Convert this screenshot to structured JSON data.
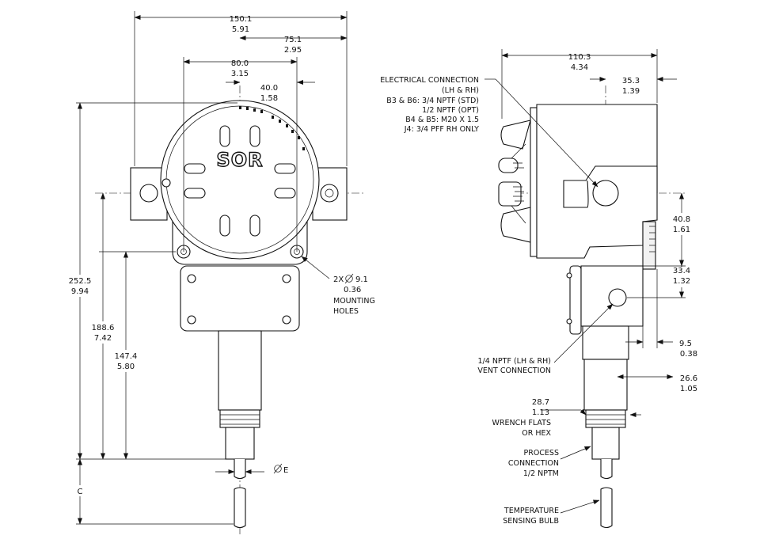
{
  "logo_text": "SOR",
  "front_view": {
    "dims": {
      "overall_width": {
        "mm": "150.1",
        "in": "5.91"
      },
      "half_width": {
        "mm": "75.1",
        "in": "2.95"
      },
      "mount_spacing": {
        "mm": "80.0",
        "in": "3.15"
      },
      "mount_half": {
        "mm": "40.0",
        "in": "1.58"
      },
      "overall_height": {
        "mm": "252.5",
        "in": "9.94"
      },
      "height_to_centerline": {
        "mm": "188.6",
        "in": "7.42"
      },
      "height_to_mount": {
        "mm": "147.4",
        "in": "5.80"
      },
      "bulb_length": "C",
      "bulb_diameter": "E"
    },
    "callouts": {
      "mount_holes_line1": "2X",
      "mount_holes_dia": "9.1",
      "mount_holes_in": "0.36",
      "mount_holes_line3": "MOUNTING",
      "mount_holes_line4": "HOLES"
    }
  },
  "side_view": {
    "dims": {
      "depth": {
        "mm": "110.3",
        "in": "4.34"
      },
      "conn_offset": {
        "mm": "35.3",
        "in": "1.39"
      },
      "conn_drop": {
        "mm": "40.8",
        "in": "1.61"
      },
      "vent_drop": {
        "mm": "33.4",
        "in": "1.32"
      },
      "stem_offset": {
        "mm": "9.5",
        "in": "0.38"
      },
      "vent_offset": {
        "mm": "26.6",
        "in": "1.05"
      },
      "wrench": {
        "mm": "28.7",
        "in": "1.13"
      }
    },
    "callouts": {
      "electrical": [
        "ELECTRICAL CONNECTION",
        "(LH & RH)",
        "B3 & B6: 3/4 NPTF (STD)",
        "1/2 NPTF (OPT)",
        "B4 & B5: M20 X 1.5",
        "J4: 3/4 PFF RH ONLY"
      ],
      "vent": [
        "1/4 NPTF (LH & RH)",
        "VENT CONNECTION"
      ],
      "wrench": [
        "WRENCH FLATS",
        "OR HEX"
      ],
      "process": [
        "PROCESS",
        "CONNECTION",
        "1/2 NPTM"
      ],
      "bulb": [
        "TEMPERATURE",
        "SENSING BULB"
      ]
    }
  }
}
